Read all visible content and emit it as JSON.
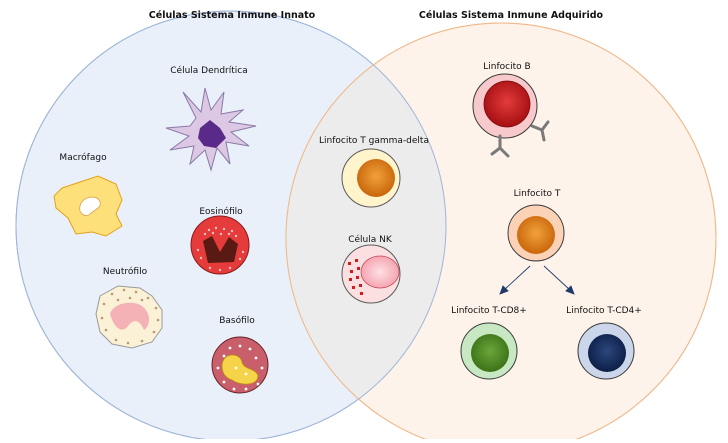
{
  "headers": {
    "innate": "Células Sistema Inmune Innato",
    "adaptive": "Células Sistema Inmune Adquirido"
  },
  "cells": {
    "dendritic": "Célula Dendrítica",
    "macrophage": "Macrófago",
    "eosinophil": "Eosinófilo",
    "neutrophil": "Neutrófilo",
    "basophil": "Basófilo",
    "gamma_delta": "Linfocito T gamma-delta",
    "nk": "Célula NK",
    "b_cell": "Linfocito B",
    "t_cell": "Linfocito T",
    "cd8": "Linfocito T-CD8+",
    "cd4": "Linfocito T-CD4+"
  },
  "colors": {
    "innate_fill": "#e9f0f9",
    "innate_stroke": "#9fb6d8",
    "adaptive_fill": "#fdf3ea",
    "adaptive_stroke": "#efb98c",
    "overlap_fill": "#ececec"
  }
}
